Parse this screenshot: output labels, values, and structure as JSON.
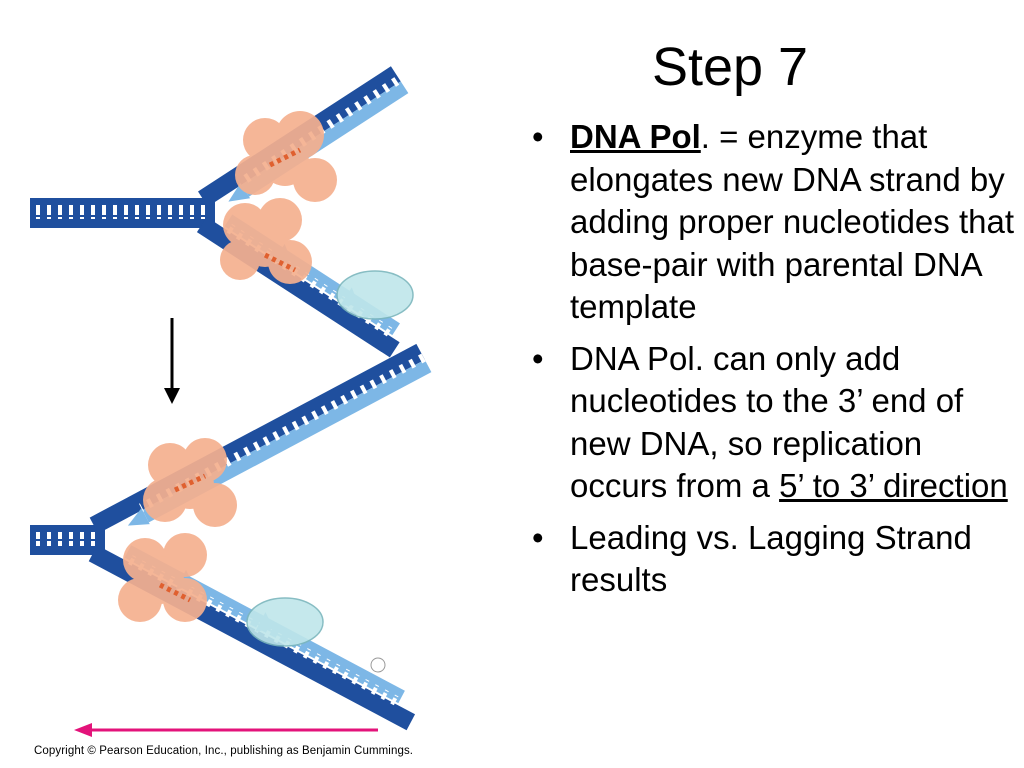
{
  "slide": {
    "title": "Step 7",
    "bullets": [
      {
        "term": "DNA Pol",
        "after_term": ". = enzyme that elongates new DNA strand by adding proper nucleotides that base-pair with parental DNA template"
      },
      {
        "text": "DNA Pol. can only add nucleotides to the 3’ end of new DNA, so replication occurs from a ",
        "underlined": "5’ to 3’ direction"
      },
      {
        "text": "Leading vs. Lagging Strand results"
      }
    ],
    "copyright": "Copyright © Pearson Education, Inc., publishing as Benjamin Cummings."
  },
  "colors": {
    "dark_strand": "#1f4f9e",
    "light_strand": "#7db7e6",
    "polymerase": "#f5b08f",
    "clamp": "#bfe6ea",
    "fork_direction_arrow": "#e3137a"
  },
  "icons": {
    "step_arrow": "arrow-down-icon",
    "direction_arrow": "arrow-left-icon"
  }
}
